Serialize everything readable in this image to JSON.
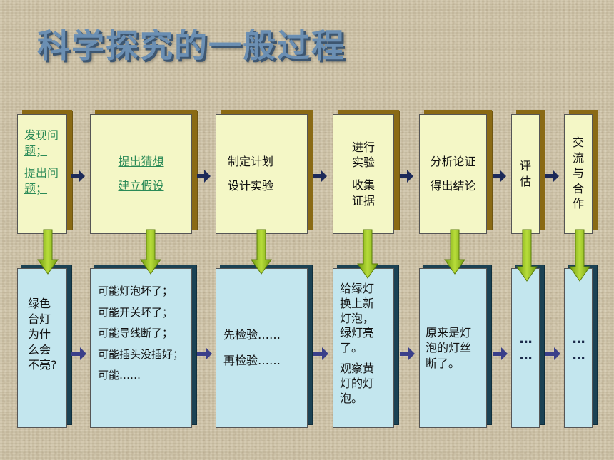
{
  "title": "科学探究的一般过程",
  "steps": [
    {
      "lines": [
        "发现问题；",
        "提出问题；"
      ],
      "detail": [
        "绿色",
        "台灯",
        "为什",
        "么会",
        "不亮?"
      ]
    },
    {
      "lines": [
        "提出猜想",
        "建立假设"
      ],
      "detail": [
        "可能灯泡坏了；",
        "可能开关坏了；",
        "可能导线断了；",
        "可能插头没插好；",
        "可能……"
      ]
    },
    {
      "lines": [
        "制定计划",
        "设计实验"
      ],
      "detail": [
        "先检验……",
        "再检验……"
      ]
    },
    {
      "lines": [
        "进行",
        "实验",
        "收集",
        "证据"
      ],
      "detail": [
        "给绿灯",
        "换上新",
        "灯泡，",
        "绿灯亮",
        "了。",
        "观察黄",
        "灯的灯",
        "泡。"
      ]
    },
    {
      "lines": [
        "分析论证",
        "得出结论"
      ],
      "detail": [
        "原来是灯",
        "泡的灯丝",
        "断了。"
      ]
    },
    {
      "lines": [
        "评",
        "估"
      ],
      "detail": [
        "……"
      ]
    },
    {
      "lines": [
        "交",
        "流",
        "与",
        "合",
        "作"
      ],
      "detail": [
        "……"
      ]
    }
  ],
  "colors": {
    "title": "#6b8fb3",
    "top_box": "#f4f7c6",
    "bottom_box": "#c3e6ee",
    "down_arrow": "#9ac21c",
    "right_arrow": "#1c2a5a"
  }
}
